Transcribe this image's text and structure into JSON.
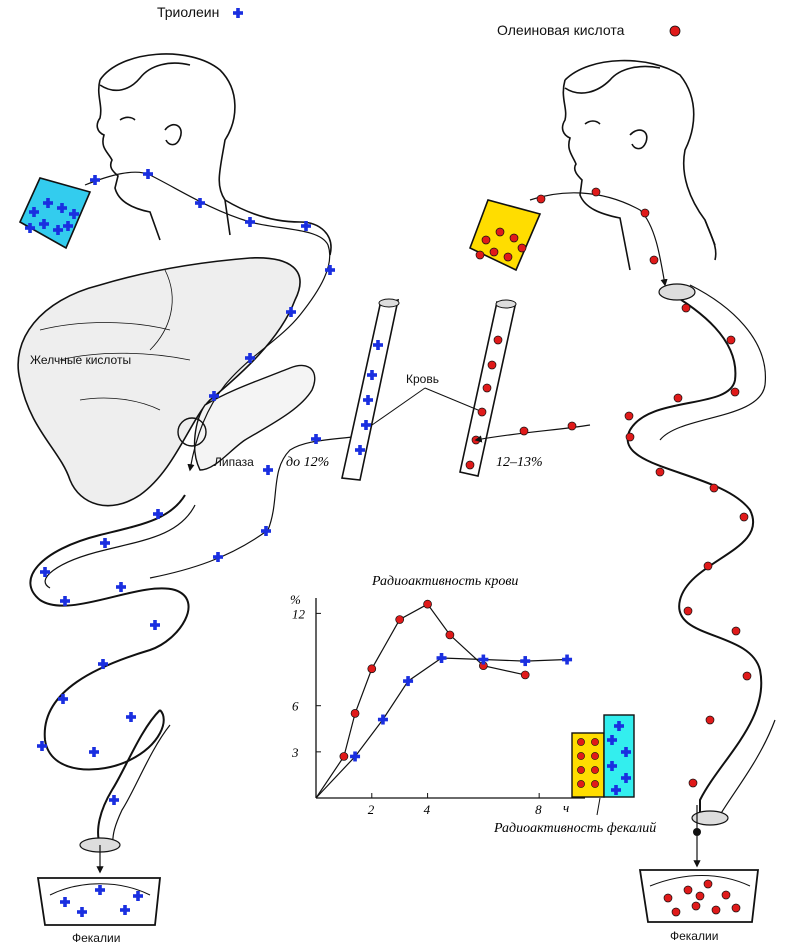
{
  "legend": {
    "triolein": "Триолеин",
    "oleic_acid": "Олеиновая кислота"
  },
  "labels": {
    "bile_acids": "Желчные кислоты",
    "lipase": "Липаза",
    "blood": "Кровь",
    "left_blood_pct": "до 12%",
    "right_blood_pct": "12–13%",
    "feces_left": "Фекалии",
    "feces_right": "Фекалии",
    "feces_radioactivity": "Радиоактивность фекалий"
  },
  "colors": {
    "triolein_marker": "#1a2fe0",
    "oleic_marker": "#e01a1a",
    "left_glass": "#33ccee",
    "right_glass": "#ffdd00",
    "outline": "#111111"
  },
  "chart_data": {
    "type": "line",
    "title": "Радиоактивность крови",
    "xlabel": "ч",
    "ylabel": "%",
    "xlim": [
      0,
      9.5
    ],
    "ylim": [
      0,
      13
    ],
    "x_ticks": [
      2,
      4,
      8
    ],
    "y_ticks": [
      3,
      6,
      12
    ],
    "series": [
      {
        "marker": "circle",
        "color": "#e01a1a",
        "points": [
          [
            1,
            2.7
          ],
          [
            1.4,
            5.5
          ],
          [
            2,
            8.4
          ],
          [
            3,
            11.6
          ],
          [
            4,
            12.6
          ],
          [
            4.8,
            10.6
          ],
          [
            6,
            8.6
          ],
          [
            7.5,
            8.0
          ]
        ]
      },
      {
        "marker": "cross",
        "color": "#1a2fe0",
        "points": [
          [
            1.4,
            2.7
          ],
          [
            2.4,
            5.1
          ],
          [
            3.3,
            7.6
          ],
          [
            4.5,
            9.1
          ],
          [
            6,
            9.0
          ],
          [
            7.5,
            8.9
          ],
          [
            9.0,
            9.0
          ]
        ]
      }
    ]
  }
}
